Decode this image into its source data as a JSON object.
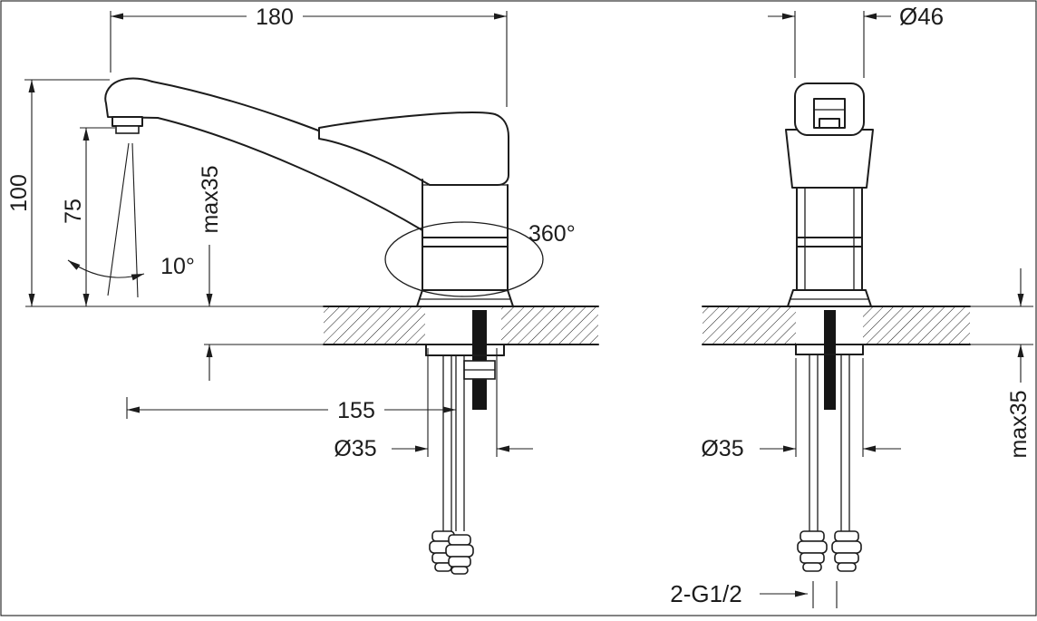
{
  "drawing": {
    "kind": "faucet-installation-dimension-drawing",
    "colors": {
      "line": "#1c1c1c",
      "background": "#ffffff"
    },
    "side_view": {
      "spout_width": "180",
      "height_total": "100",
      "spout_height": "75",
      "counter_thickness": "max35",
      "spout_angle": "10°",
      "swivel": "360°",
      "spout_reach": "155",
      "hole_diameter": "Ø35"
    },
    "front_view": {
      "body_diameter": "Ø46",
      "counter_thickness": "max35",
      "hole_diameter": "Ø35",
      "connection_thread": "2-G1/2"
    }
  }
}
